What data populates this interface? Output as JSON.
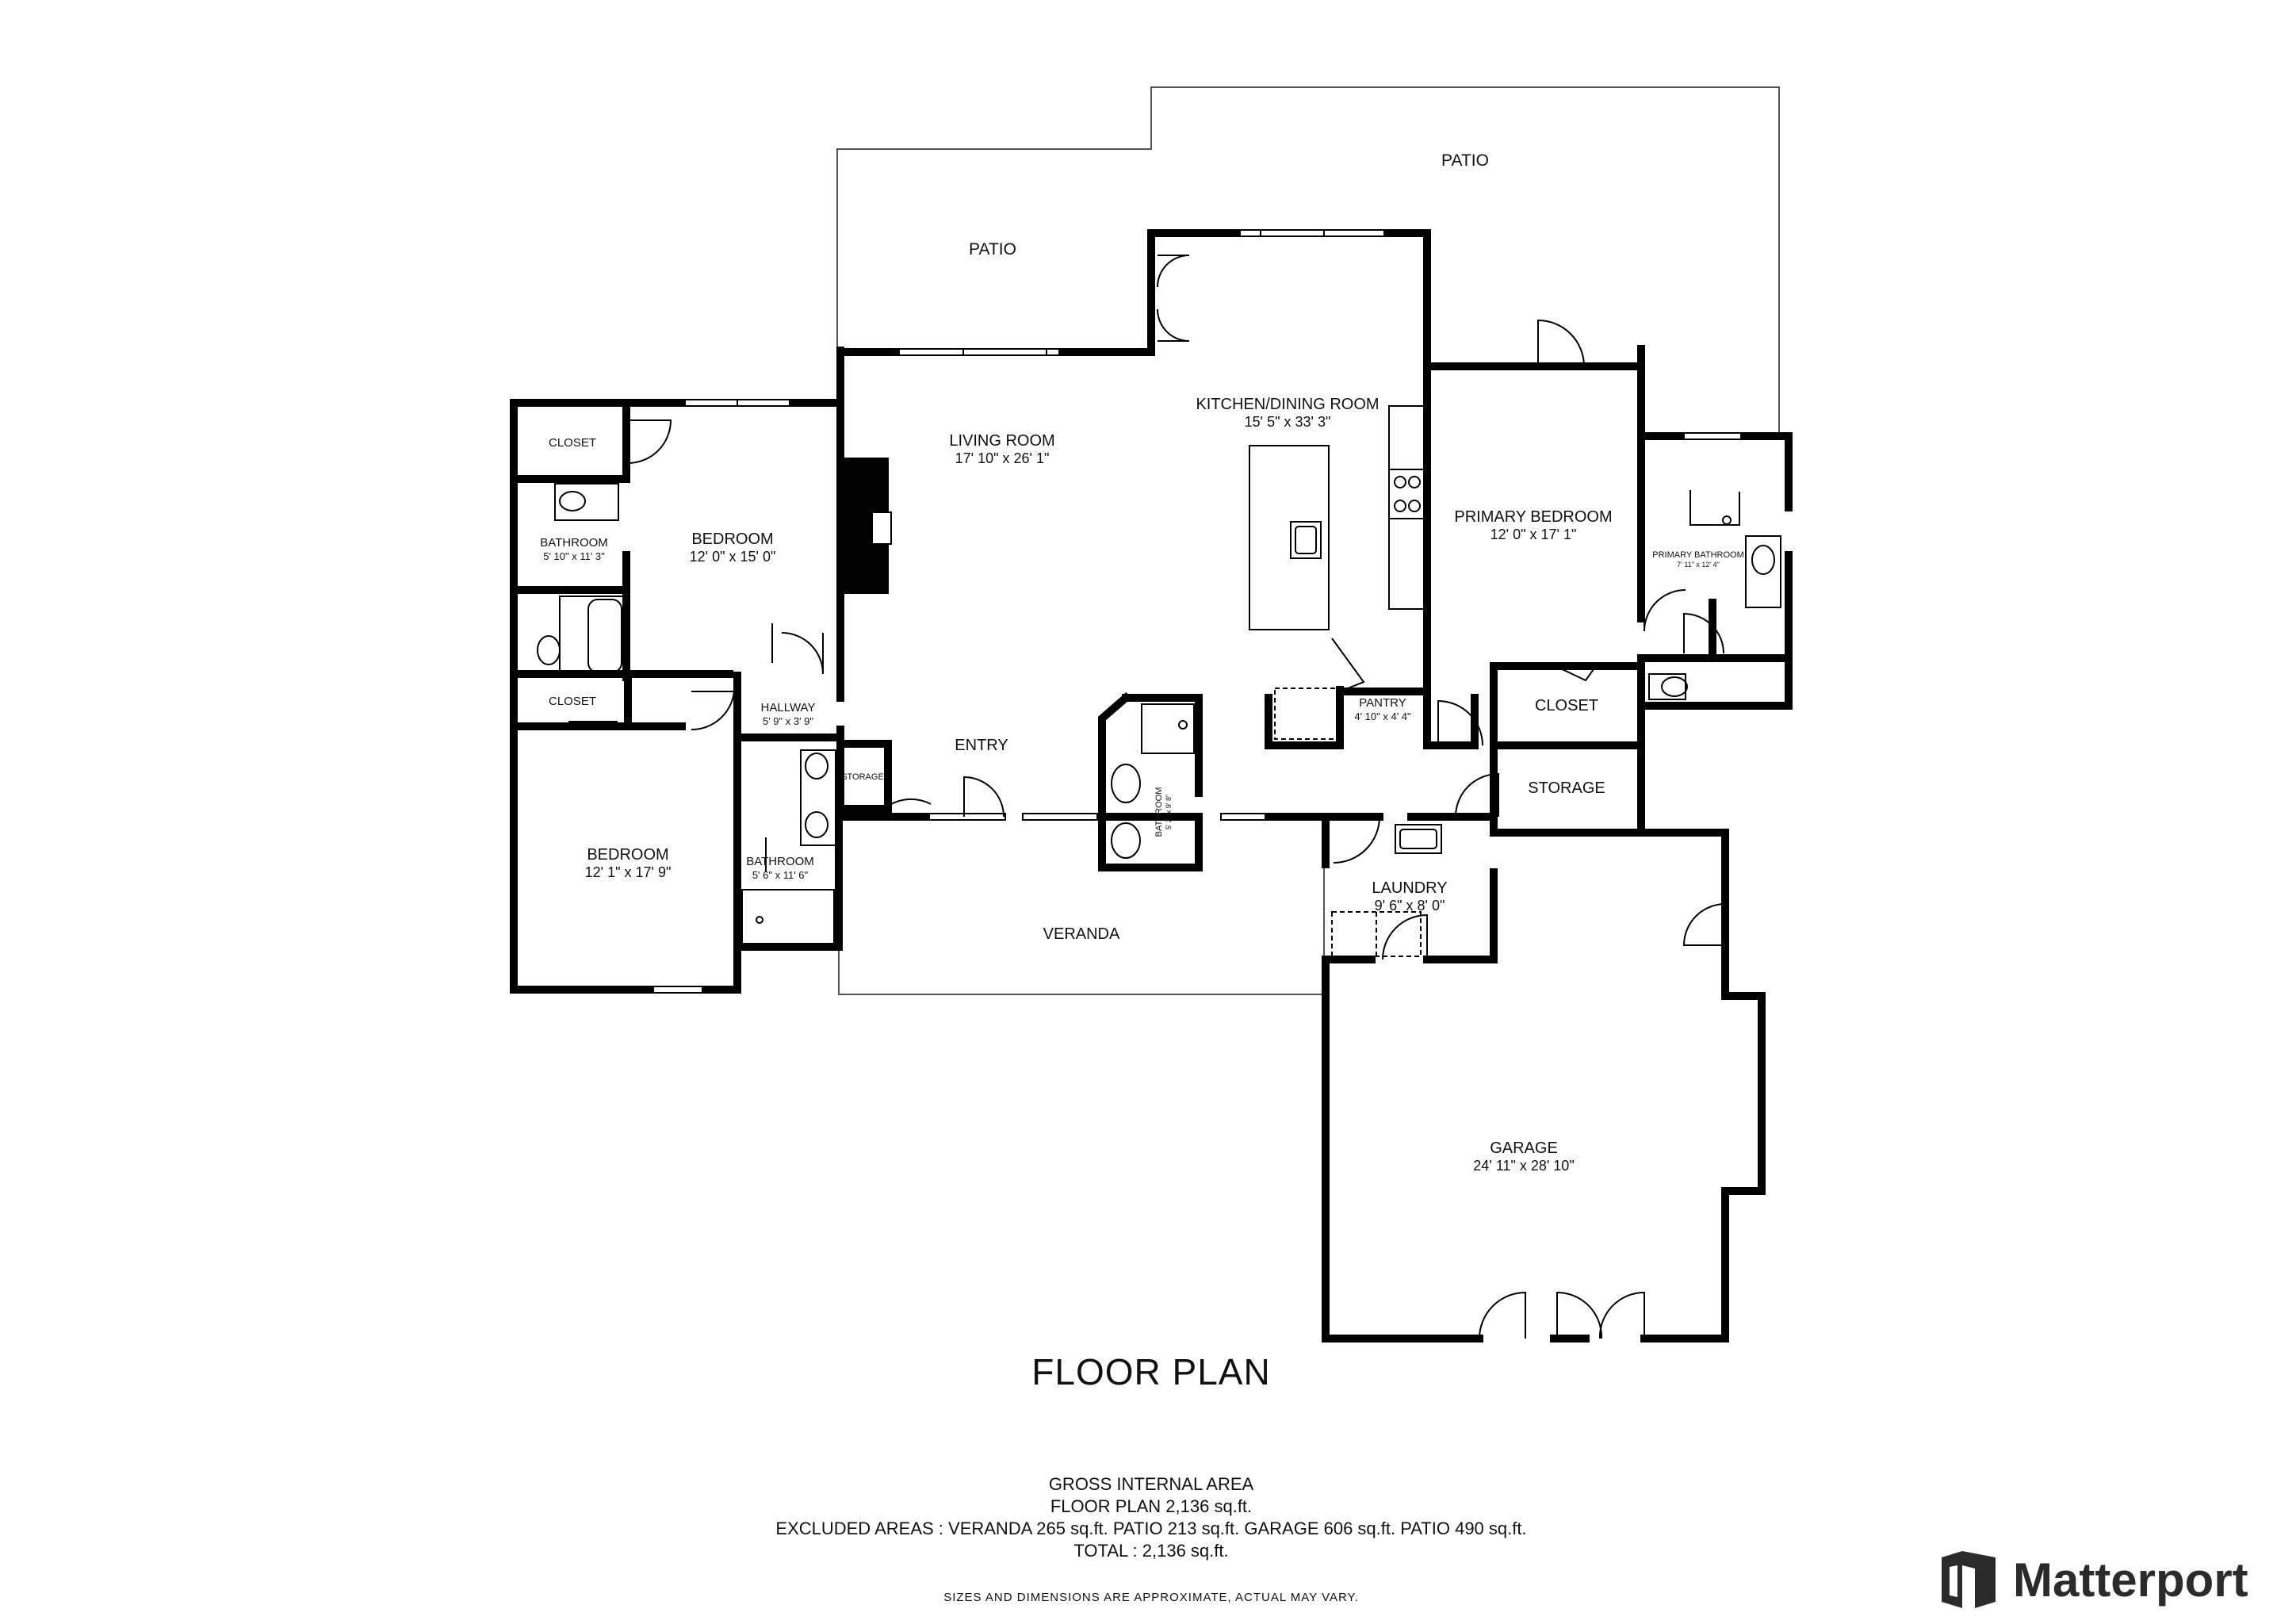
{
  "rooms": {
    "patio_upper": {
      "name": "PATIO"
    },
    "patio_left": {
      "name": "PATIO"
    },
    "kitchen": {
      "name": "KITCHEN/DINING ROOM",
      "dims": "15' 5\" x 33' 3\""
    },
    "living": {
      "name": "LIVING ROOM",
      "dims": "17' 10\" x 26' 1\""
    },
    "closet_tl": {
      "name": "CLOSET"
    },
    "bathroom_l": {
      "name": "BATHROOM",
      "dims": "5' 10\" x 11' 3\""
    },
    "bedroom_tl": {
      "name": "BEDROOM",
      "dims": "12' 0\" x 15' 0\""
    },
    "closet_ml": {
      "name": "CLOSET"
    },
    "hallway": {
      "name": "HALLWAY",
      "dims": "5' 9\" x 3' 9\""
    },
    "storage_s": {
      "name": "STORAGE"
    },
    "entry": {
      "name": "ENTRY"
    },
    "bedroom_bl": {
      "name": "BEDROOM",
      "dims": "12' 1\" x 17' 9\""
    },
    "bathroom_b": {
      "name": "BATHROOM",
      "dims": "5' 6\" x 11' 6\""
    },
    "bathroom_h": {
      "name": "BATHROOM",
      "dims": "5' 2\" x 9' 8\""
    },
    "veranda": {
      "name": "VERANDA"
    },
    "pantry": {
      "name": "PANTRY",
      "dims": "4' 10\" x 4' 4\""
    },
    "primary_bedroom": {
      "name": "PRIMARY BEDROOM",
      "dims": "12' 0\" x 17' 1\""
    },
    "primary_bath": {
      "name": "PRIMARY BATHROOM",
      "dims": "7' 11\" x 12' 4\""
    },
    "closet_r": {
      "name": "CLOSET"
    },
    "storage_r": {
      "name": "STORAGE"
    },
    "laundry": {
      "name": "LAUNDRY",
      "dims": "9' 6\" x 8' 0\""
    },
    "garage": {
      "name": "GARAGE",
      "dims": "24' 11\" x 28' 10\""
    }
  },
  "title": "FLOOR PLAN",
  "area": {
    "line1": "GROSS INTERNAL AREA",
    "line2": "FLOOR PLAN 2,136 sq.ft.",
    "line3": "EXCLUDED AREAS :   VERANDA 265 sq.ft.    PATIO 213 sq.ft.    GARAGE 606 sq.ft.    PATIO 490 sq.ft.",
    "line4": "TOTAL :  2,136 sq.ft."
  },
  "note": "SIZES AND DIMENSIONS ARE APPROXIMATE, ACTUAL MAY VARY.",
  "brand": {
    "name": "Matterport",
    "icon": "matterport-logo-icon",
    "color": "#2b2b2b"
  },
  "colors": {
    "wall": "#000000",
    "line": "#555555",
    "window": "#888888"
  }
}
